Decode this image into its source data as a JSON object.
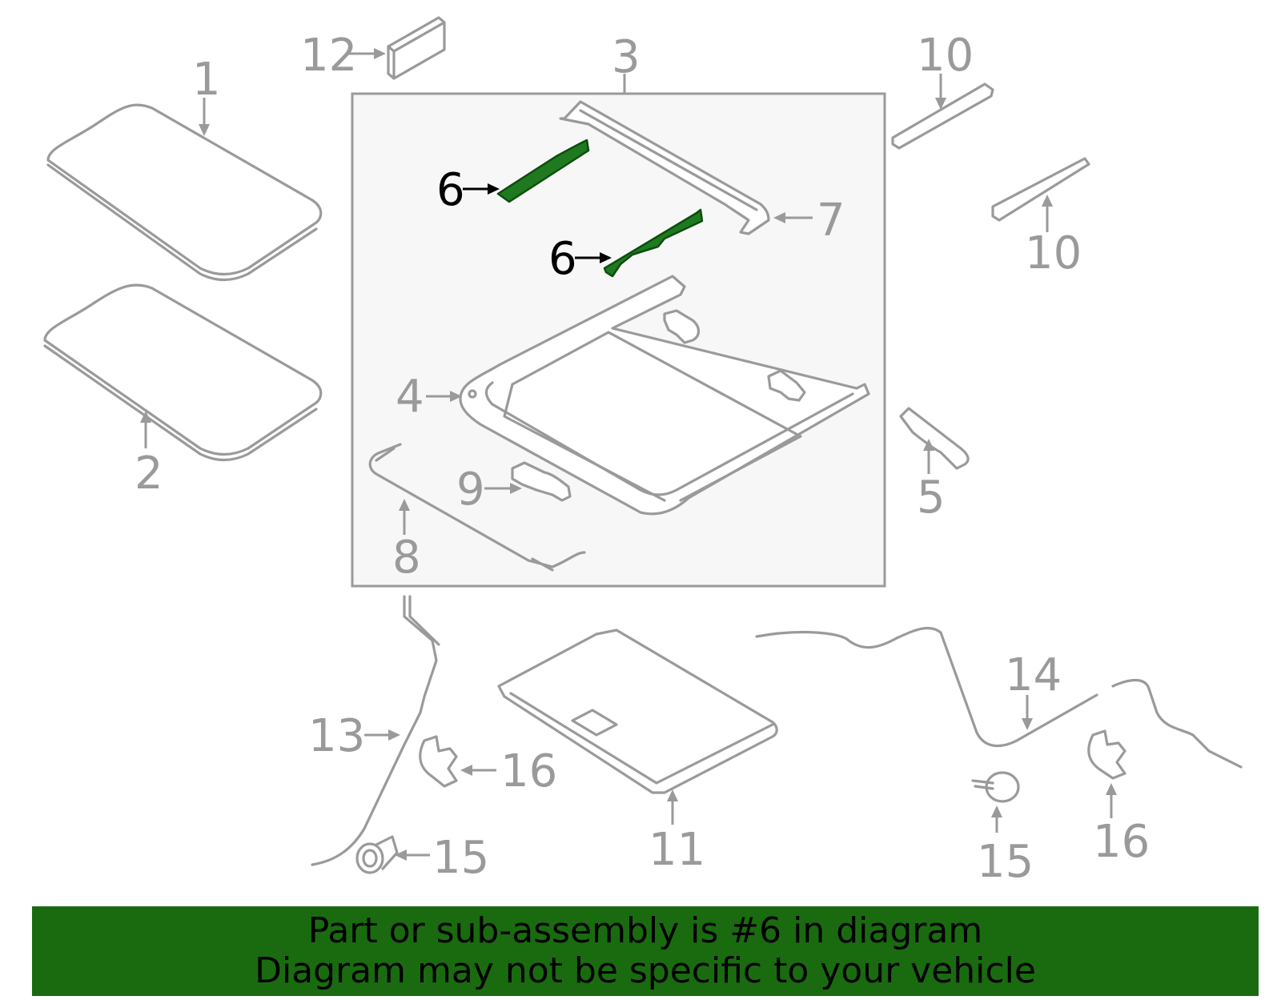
{
  "highlight_color": "#1f7a1f",
  "banner_color": "#1a6b10",
  "callouts": {
    "c1": "1",
    "c2": "2",
    "c3": "3",
    "c4": "4",
    "c5": "5",
    "c6a": "6",
    "c6b": "6",
    "c7": "7",
    "c8": "8",
    "c9": "9",
    "c10a": "10",
    "c10b": "10",
    "c11": "11",
    "c12": "12",
    "c13": "13",
    "c14": "14",
    "c15a": "15",
    "c15b": "15",
    "c16a": "16",
    "c16b": "16"
  },
  "banner": {
    "line1": "Part or sub-assembly is #6 in diagram",
    "line2": "Diagram may not be specific to your vehicle"
  }
}
